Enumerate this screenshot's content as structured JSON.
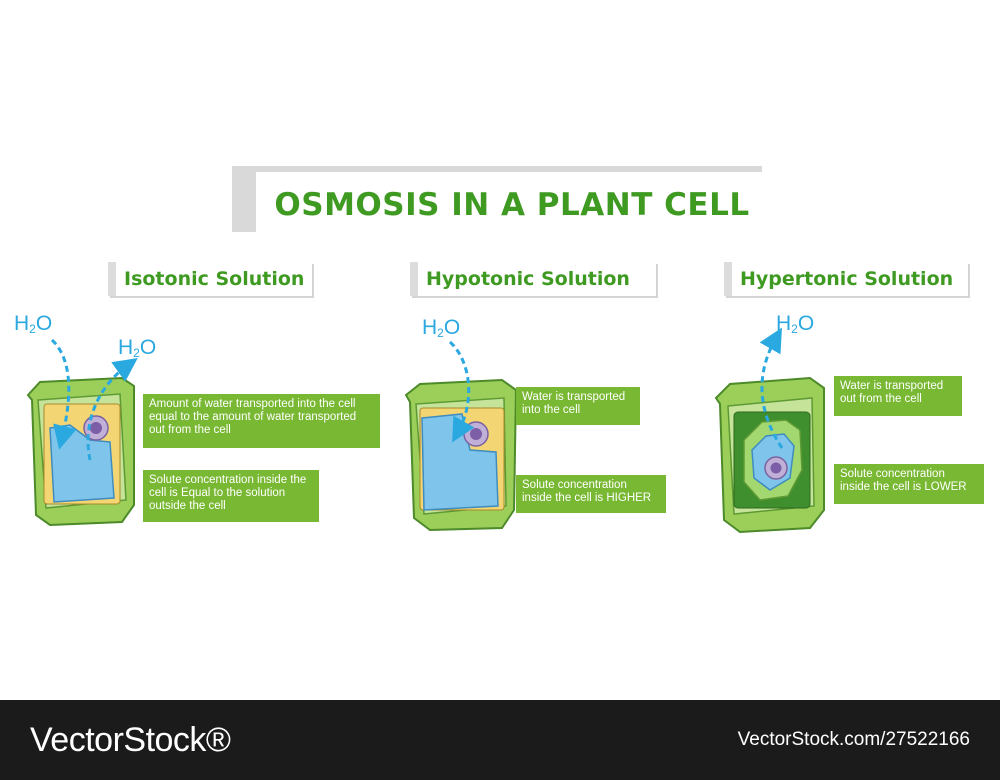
{
  "title": "OSMOSIS IN A PLANT CELL",
  "colors": {
    "title_green": "#3f9a22",
    "box_green": "#79b833",
    "water_blue": "#2aa8e0",
    "cell_wall_green": "#9ccf5a",
    "cytoplasm_yellow": "#f3d673",
    "vacuole_blue": "#7fc4ea",
    "nucleus_purple": "#8c6fb0",
    "footer_bg": "#1b1b1b"
  },
  "water_label": "H2O",
  "panels": [
    {
      "heading": "Isotonic Solution",
      "info": [
        "Amount of water transported into the cell equal to the amount of water transported out from the cell",
        "Solute concentration inside the cell is Equal to the solution outside the cell"
      ]
    },
    {
      "heading": "Hypotonic Solution",
      "info": [
        "Water is transported into the cell",
        "Solute concentration inside the cell is HIGHER"
      ]
    },
    {
      "heading": "Hypertonic Solution",
      "info": [
        "Water is transported out from the cell",
        "Solute concentration inside the cell is LOWER"
      ]
    }
  ],
  "footer": {
    "brand": "VectorStock®",
    "id_text": "VectorStock.com/27522166"
  }
}
